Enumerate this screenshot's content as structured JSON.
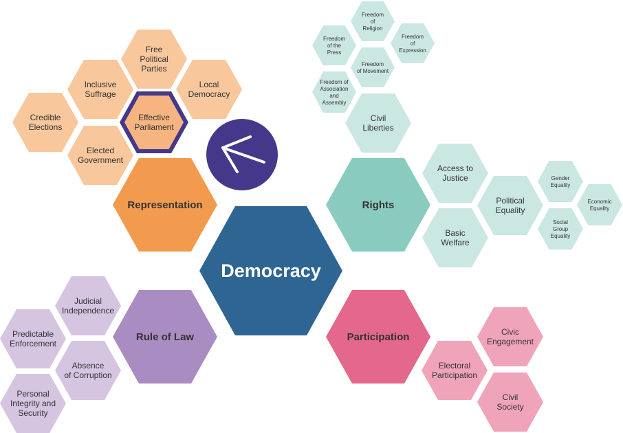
{
  "colors": {
    "center": "#2e6593",
    "representation": "#f29b4f",
    "representation_light": "#f8c79c",
    "representation_selected": "#f6b580",
    "rights": "#8acbbf",
    "rights_light": "#cbe7e2",
    "participation": "#e4678c",
    "participation_light": "#efa4ba",
    "rule_of_law": "#a98cc1",
    "rule_of_law_light": "#d5c5e0",
    "accent": "#45378a",
    "dark_text": "#333333",
    "white_text": "#ffffff"
  },
  "center": {
    "label": "Democracy"
  },
  "attributes": [
    {
      "label": "Representation"
    },
    {
      "label": "Rights"
    },
    {
      "label": "Participation"
    },
    {
      "label": "Rule of Law"
    }
  ],
  "subattributes": [
    {
      "label": "Free\nPolitical\nParties"
    },
    {
      "label": "Inclusive\nSuffrage"
    },
    {
      "label": "Local\nDemocracy"
    },
    {
      "label": "Credible\nElections"
    },
    {
      "label": "Effective\nParliament"
    },
    {
      "label": "Elected\nGovernment"
    },
    {
      "label": "Freedom\nof\nReligion"
    },
    {
      "label": "Freedom\nof the\nPress"
    },
    {
      "label": "Freedom\nof\nExpression"
    },
    {
      "label": "Freedom\nof Movement"
    },
    {
      "label": "Freedom of\nAssociation\nand\nAssembly"
    },
    {
      "label": "Civil\nLiberties"
    },
    {
      "label": "Access to\nJustice"
    },
    {
      "label": "Political\nEquality"
    },
    {
      "label": "Basic\nWelfare"
    },
    {
      "label": "Gender\nEquality"
    },
    {
      "label": "Economic\nEquality"
    },
    {
      "label": "Social\nGroup\nEquality"
    },
    {
      "label": "Civic\nEngagement"
    },
    {
      "label": "Electoral\nParticipation"
    },
    {
      "label": "Civil\nSociety"
    },
    {
      "label": "Judicial\nIndependence"
    },
    {
      "label": "Predictable\nEnforcement"
    },
    {
      "label": "Absence\nof Corruption"
    },
    {
      "label": "Personal\nIntegrity and\nSecurity"
    }
  ],
  "back_button": {
    "icon": "arrow-left-icon"
  }
}
